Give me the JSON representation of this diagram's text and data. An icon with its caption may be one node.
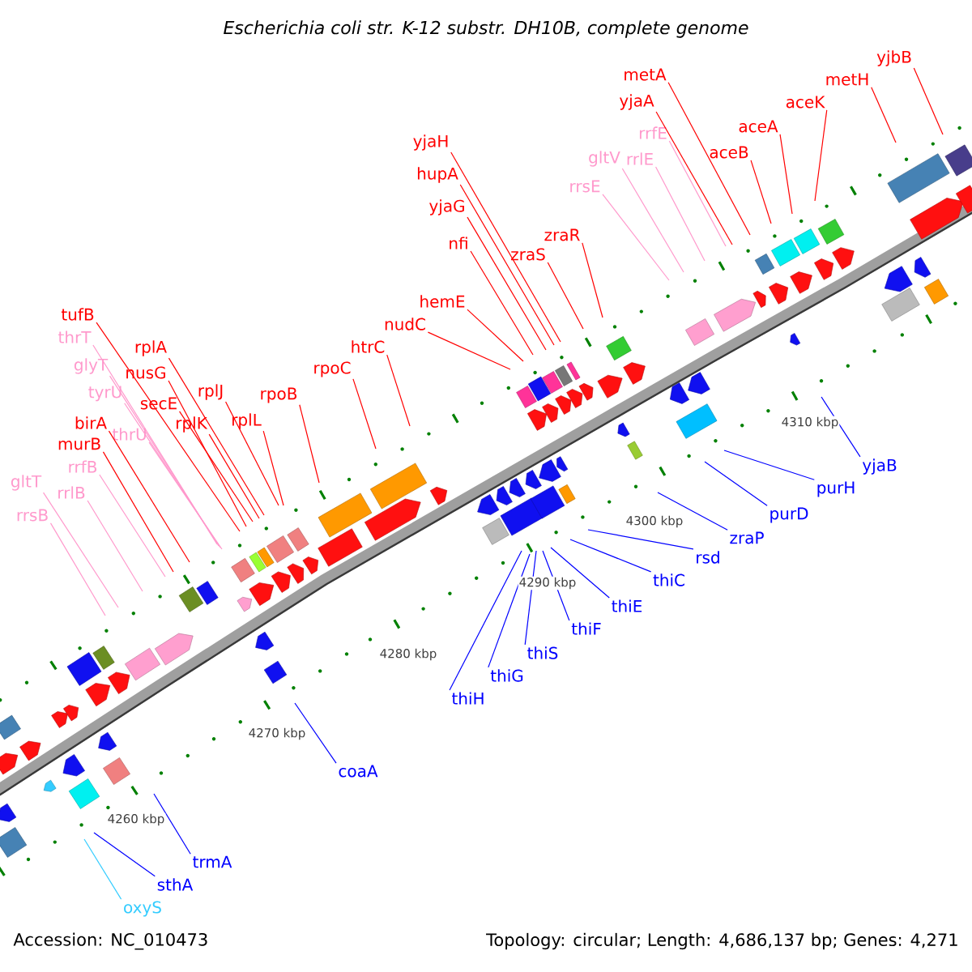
{
  "diagram": {
    "title": "Escherichia coli str. K-12 substr. DH10B, complete genome",
    "nodes": [
      {
        "text": [
          "yjbB"
        ]
      },
      {
        "text": [
          "metA"
        ]
      },
      {
        "text": [
          "metH"
        ]
      },
      {
        "text": [
          "yjaA"
        ]
      },
      {
        "text": [
          "aceK"
        ]
      },
      {
        "text": [
          "aceA"
        ]
      },
      {
        "text": [
          "rrfE"
        ]
      },
      {
        "text": [
          "yjaH"
        ]
      },
      {
        "text": [
          "gltV"
        ]
      },
      {
        "text": [
          "rrlE"
        ]
      },
      {
        "text": [
          "aceB"
        ]
      },
      {
        "text": [
          "hupA"
        ]
      },
      {
        "text": [
          "rrsE"
        ]
      },
      {
        "text": [
          "yjaG"
        ]
      },
      {
        "text": [
          "zraR"
        ]
      },
      {
        "text": [
          "nfi"
        ]
      },
      {
        "text": [
          "zraS"
        ]
      },
      {
        "text": [
          "hemE"
        ]
      },
      {
        "text": [
          "tufB"
        ]
      },
      {
        "text": [
          "nudC"
        ]
      },
      {
        "text": [
          "thrT"
        ]
      },
      {
        "text": [
          "rplA"
        ]
      },
      {
        "text": [
          "htrC"
        ]
      },
      {
        "text": [
          "glyT"
        ]
      },
      {
        "text": [
          "nusG"
        ]
      },
      {
        "text": [
          "rpoC"
        ]
      },
      {
        "text": [
          "tyrU"
        ]
      },
      {
        "text": [
          "secE"
        ]
      },
      {
        "text": [
          "rplJ"
        ]
      },
      {
        "text": [
          "rpoB"
        ]
      },
      {
        "text": [
          "rplK"
        ]
      },
      {
        "text": [
          "birA"
        ]
      },
      {
        "text": [
          "rplL"
        ]
      },
      {
        "text": [
          "thrU"
        ]
      },
      {
        "text": [
          "murB"
        ]
      },
      {
        "text": [
          "rrfB"
        ]
      },
      {
        "text": [
          "gltT"
        ]
      },
      {
        "text": [
          "rrlB"
        ]
      },
      {
        "text": [
          "rrsB"
        ]
      },
      {
        "text": [
          "yjaB"
        ]
      },
      {
        "text": [
          "purH"
        ]
      },
      {
        "text": [
          "purD"
        ]
      },
      {
        "text": [
          "zraP"
        ]
      },
      {
        "text": [
          "rsd"
        ]
      },
      {
        "text": [
          "thiC"
        ]
      },
      {
        "text": [
          "thiE"
        ]
      },
      {
        "text": [
          "thiF"
        ]
      },
      {
        "text": [
          "thiS"
        ]
      },
      {
        "text": [
          "thiG"
        ]
      },
      {
        "text": [
          "thiH"
        ]
      },
      {
        "text": [
          "coaA"
        ]
      },
      {
        "text": [
          "trmA"
        ]
      },
      {
        "text": [
          "sthA"
        ]
      },
      {
        "text": [
          "oxyS"
        ]
      }
    ],
    "edges": [
      {
        "from": 0,
        "to": null,
        "arrow": "none"
      },
      {
        "from": 1,
        "to": null,
        "arrow": "none"
      },
      {
        "from": 2,
        "to": null,
        "arrow": "none"
      },
      {
        "from": 3,
        "to": null,
        "arrow": "none"
      },
      {
        "from": 4,
        "to": null,
        "arrow": "none"
      },
      {
        "from": 5,
        "to": null,
        "arrow": "none"
      },
      {
        "from": 6,
        "to": null,
        "arrow": "none",
        "color": "#ff99cc"
      },
      {
        "from": 7,
        "to": null,
        "arrow": "none"
      },
      {
        "from": 8,
        "to": null,
        "arrow": "none",
        "color": "#ff99cc"
      },
      {
        "from": 9,
        "to": null,
        "arrow": "none",
        "color": "#ff99cc"
      },
      {
        "from": 10,
        "to": null,
        "arrow": "none"
      },
      {
        "from": 11,
        "to": null,
        "arrow": "none"
      },
      {
        "from": 12,
        "to": null,
        "arrow": "none",
        "color": "#ff99cc"
      },
      {
        "from": 13,
        "to": null,
        "arrow": "none"
      },
      {
        "from": 14,
        "to": null,
        "arrow": "none"
      },
      {
        "from": 15,
        "to": null,
        "arrow": "none"
      },
      {
        "from": 16,
        "to": null,
        "arrow": "none"
      },
      {
        "from": 17,
        "to": null,
        "arrow": "none"
      },
      {
        "from": 18,
        "to": null,
        "arrow": "none"
      },
      {
        "from": 19,
        "to": null,
        "arrow": "none"
      },
      {
        "from": 20,
        "to": null,
        "arrow": "none",
        "color": "#ff99cc"
      },
      {
        "from": 21,
        "to": null,
        "arrow": "none"
      },
      {
        "from": 22,
        "to": null,
        "arrow": "none"
      },
      {
        "from": 23,
        "to": null,
        "arrow": "none",
        "color": "#ff99cc"
      },
      {
        "from": 24,
        "to": null,
        "arrow": "none"
      },
      {
        "from": 25,
        "to": null,
        "arrow": "none"
      },
      {
        "from": 26,
        "to": null,
        "arrow": "none",
        "color": "#ff99cc"
      },
      {
        "from": 27,
        "to": null,
        "arrow": "none"
      },
      {
        "from": 28,
        "to": null,
        "arrow": "none"
      },
      {
        "from": 29,
        "to": null,
        "arrow": "none"
      },
      {
        "from": 30,
        "to": null,
        "arrow": "none"
      },
      {
        "from": 31,
        "to": null,
        "arrow": "none"
      },
      {
        "from": 32,
        "to": null,
        "arrow": "none"
      },
      {
        "from": 33,
        "to": null,
        "arrow": "none",
        "color": "#ff99cc"
      },
      {
        "from": 34,
        "to": null,
        "arrow": "none"
      },
      {
        "from": 35,
        "to": null,
        "arrow": "none",
        "color": "#ff99cc"
      },
      {
        "from": 36,
        "to": null,
        "arrow": "none",
        "color": "#ff99cc"
      },
      {
        "from": 37,
        "to": null,
        "arrow": "none",
        "color": "#ff99cc"
      },
      {
        "from": 38,
        "to": null,
        "arrow": "none",
        "color": "#ff99cc"
      },
      {
        "from": 39,
        "to": null,
        "arrow": "none",
        "color": "#0000ff"
      },
      {
        "from": 40,
        "to": null,
        "arrow": "none",
        "color": "#0000ff"
      },
      {
        "from": 41,
        "to": null,
        "arrow": "none",
        "color": "#0000ff"
      },
      {
        "from": 42,
        "to": null,
        "arrow": "none",
        "color": "#0000ff"
      },
      {
        "from": 43,
        "to": null,
        "arrow": "none",
        "color": "#0000ff"
      },
      {
        "from": 44,
        "to": null,
        "arrow": "none",
        "color": "#0000ff"
      },
      {
        "from": 45,
        "to": null,
        "arrow": "none",
        "color": "#0000ff"
      },
      {
        "from": 46,
        "to": null,
        "arrow": "none",
        "color": "#0000ff"
      },
      {
        "from": 47,
        "to": null,
        "arrow": "none",
        "color": "#0000ff"
      },
      {
        "from": 48,
        "to": null,
        "arrow": "none",
        "color": "#0000ff"
      },
      {
        "from": 49,
        "to": null,
        "arrow": "none",
        "color": "#0000ff"
      },
      {
        "from": 50,
        "to": null,
        "arrow": "none",
        "color": "#0000ff"
      },
      {
        "from": 51,
        "to": null,
        "arrow": "none",
        "color": "#0000ff"
      },
      {
        "from": 52,
        "to": null,
        "arrow": "none",
        "color": "#0000ff"
      },
      {
        "from": 53,
        "to": null,
        "arrow": "none",
        "color": "#33ccff"
      }
    ],
    "labels": [
      "4310 kbp",
      "4300 kbp",
      "4290 kbp",
      "4280 kbp",
      "4270 kbp",
      "4260 kbp",
      "Accession: NC_010473",
      "Topology: circular; Length: 4,686,137 bp; Genes: 4,271"
    ]
  }
}
